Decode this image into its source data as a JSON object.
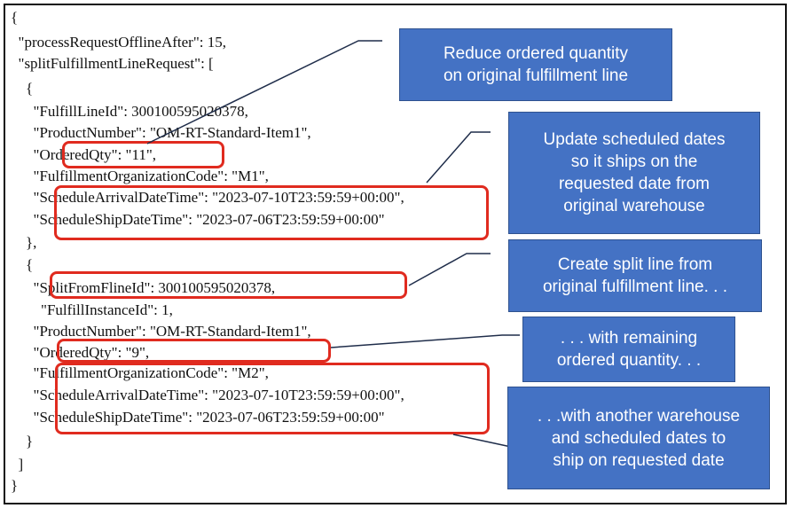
{
  "code_lines": [
    "{",
    "  \"processRequestOfflineAfter\": 15,",
    "  \"splitFulfillmentLineRequest\": [",
    "    {",
    "      \"FulfillLineId\": 300100595020378,",
    "      \"ProductNumber\": \"OM-RT-Standard-Item1\",",
    "      \"OrderedQty\": \"11\",",
    "      \"FulfillmentOrganizationCode\": \"M1\",",
    "      \"ScheduleArrivalDateTime\": \"2023-07-10T23:59:59+00:00\",",
    "      \"ScheduleShipDateTime\": \"2023-07-06T23:59:59+00:00\"",
    "    },",
    "    {",
    "      \"SplitFromFlineId\": 300100595020378,",
    "        \"FulfillInstanceId\": 1,",
    "      \"ProductNumber\": \"OM-RT-Standard-Item1\",",
    "      \"OrderedQty\": \"9\",",
    "      \"FulfillmentOrganizationCode\": \"M2\",",
    "      \"ScheduleArrivalDateTime\": \"2023-07-10T23:59:59+00:00\",",
    "      \"ScheduleShipDateTime\": \"2023-07-06T23:59:59+00:00\"",
    "    }",
    "  ]",
    "}"
  ],
  "callouts": [
    {
      "lines": [
        "Reduce ordered quantity",
        "on original fulfillment line"
      ]
    },
    {
      "lines": [
        "Update scheduled dates",
        "so it ships on the",
        "requested date from",
        "original warehouse"
      ]
    },
    {
      "lines": [
        "Create split line from",
        "original fulfillment line. . ."
      ]
    },
    {
      "lines": [
        ". . . with remaining",
        "ordered quantity. . ."
      ]
    },
    {
      "lines": [
        ". . .with another warehouse",
        "and scheduled dates to",
        "ship on requested date"
      ]
    }
  ],
  "colors": {
    "callout_fill": "#4472c4",
    "highlight_border": "#e02b1f",
    "connector": "#1f2d4a"
  }
}
